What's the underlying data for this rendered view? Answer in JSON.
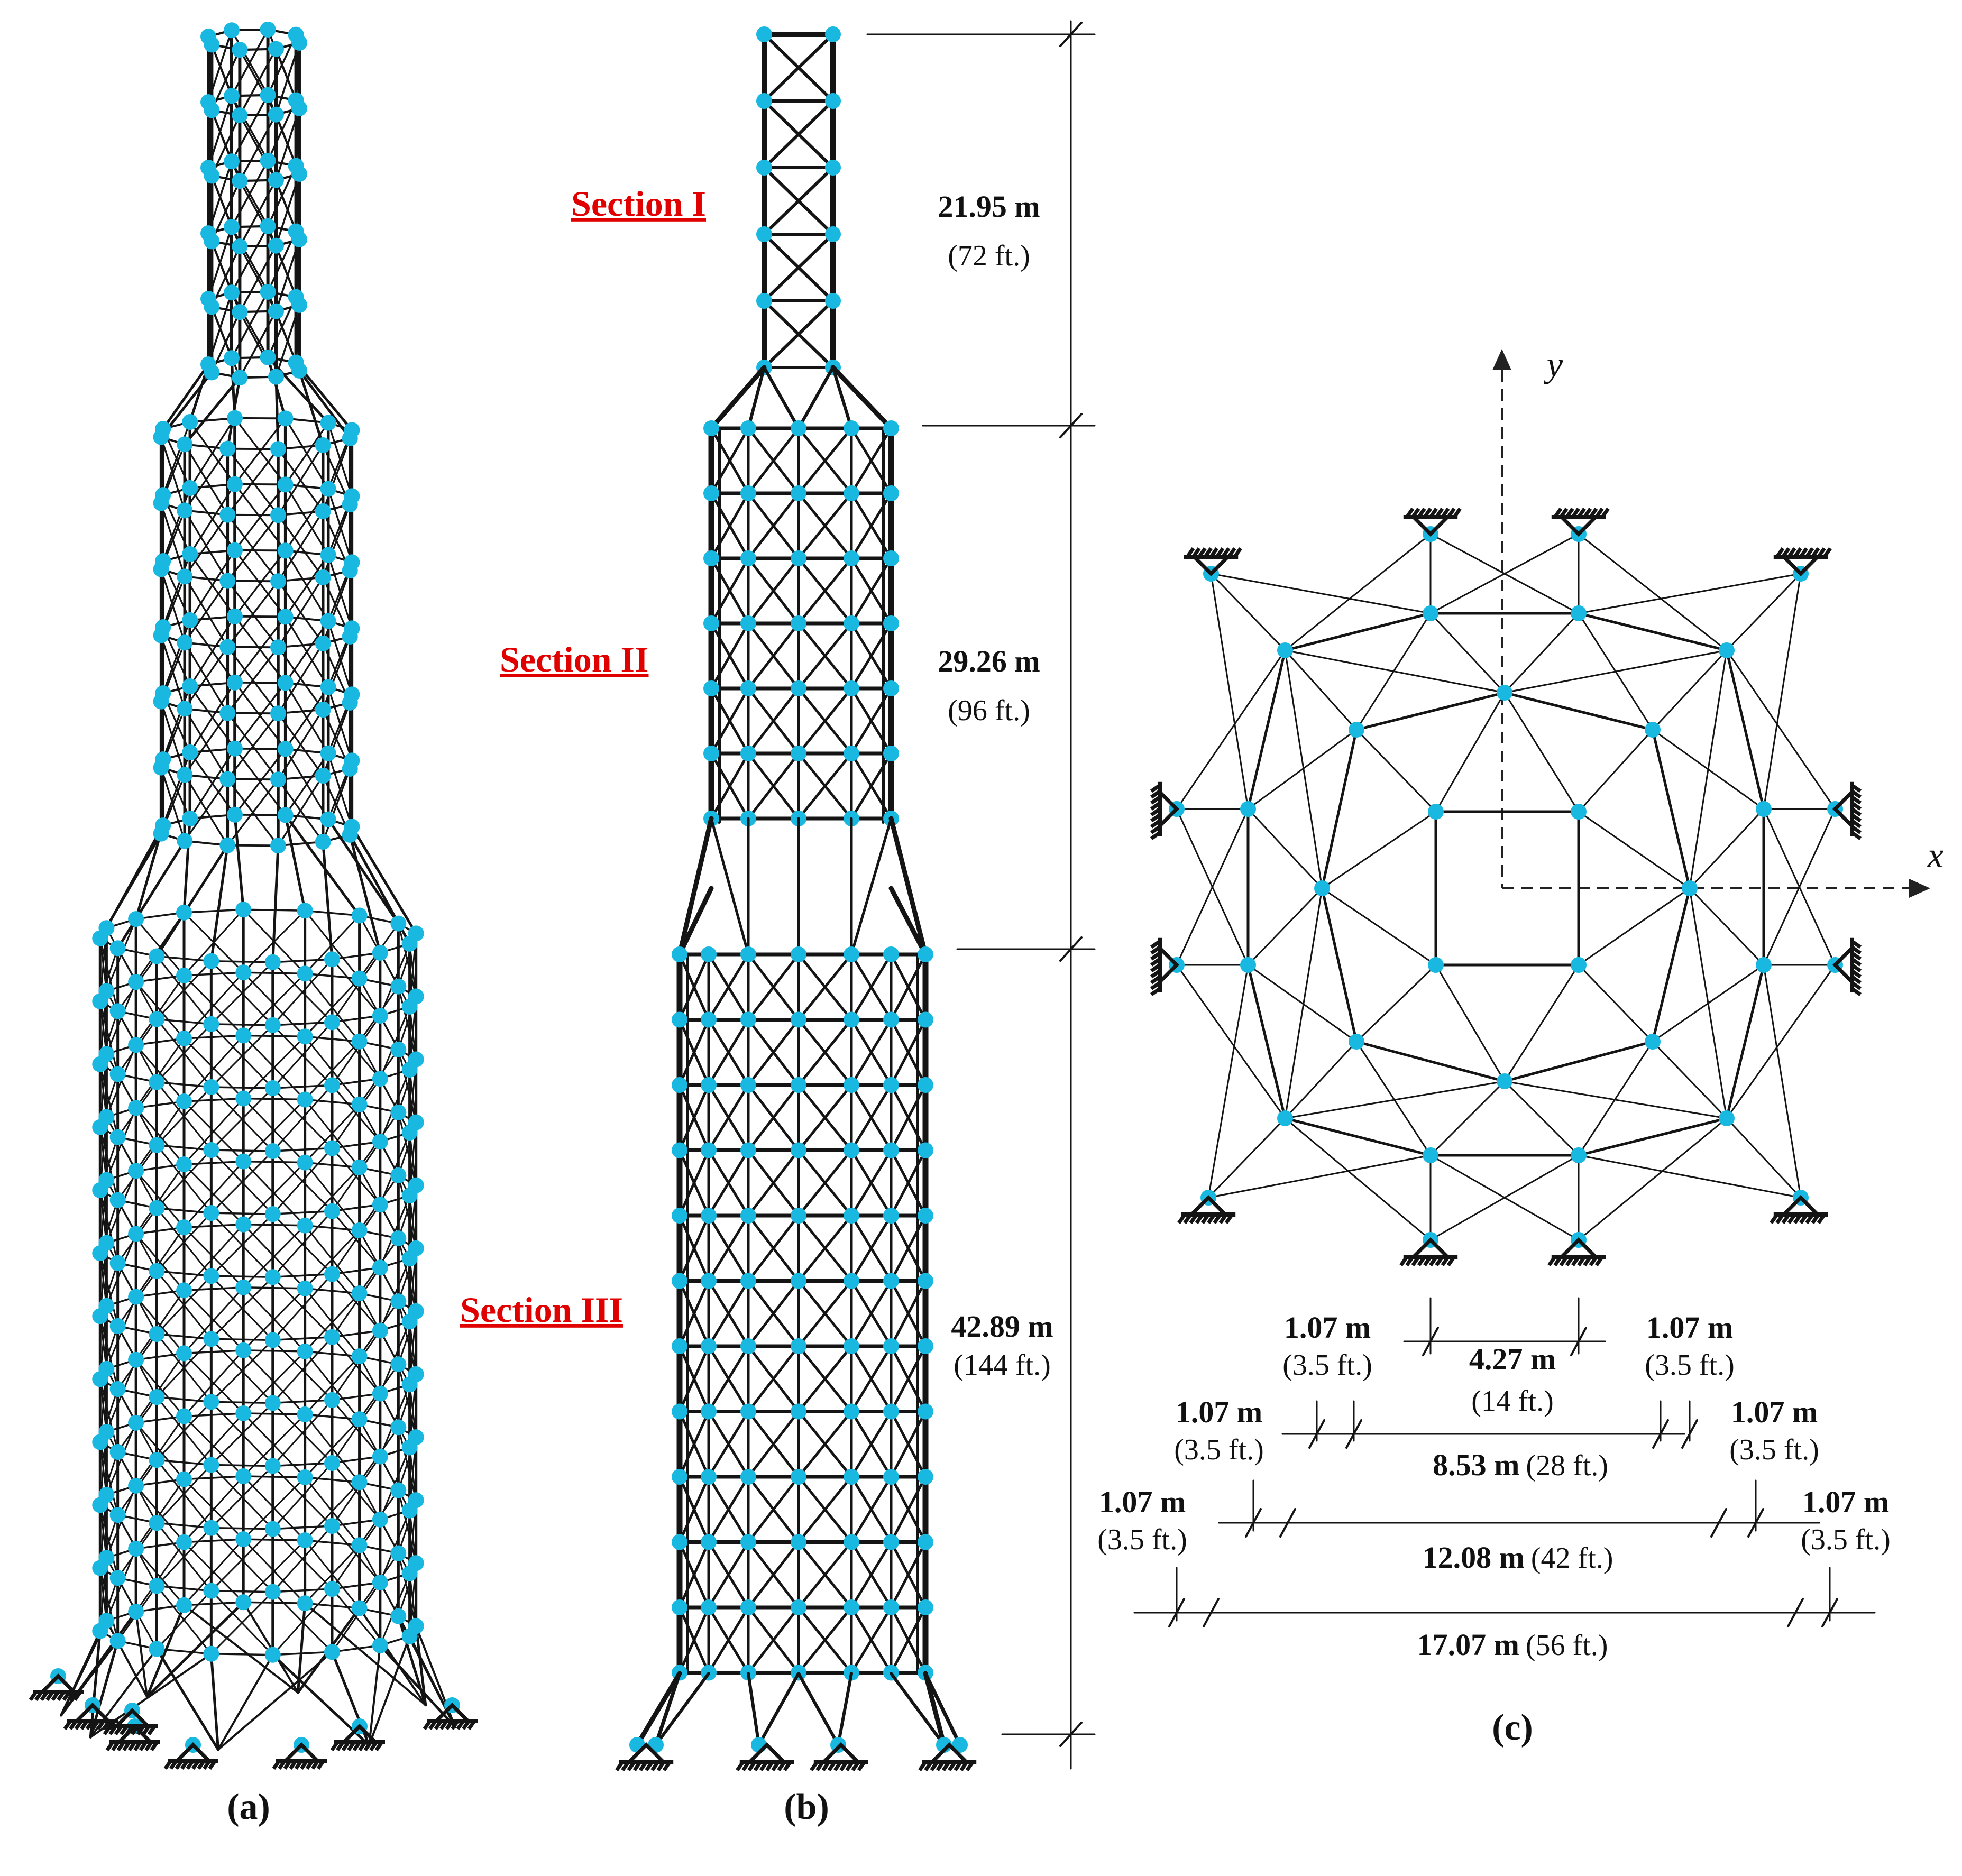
{
  "panels": {
    "a": "(a)",
    "b": "(b)",
    "c": "(c)"
  },
  "sections": {
    "s1": "Section I",
    "s2": "Section II",
    "s3": "Section III"
  },
  "heights": [
    {
      "metric": "21.95 m",
      "imperial": "(72 ft.)"
    },
    {
      "metric": "29.26 m",
      "imperial": "(96 ft.)"
    },
    {
      "metric": "42.89 m",
      "imperial": "(144 ft.)"
    }
  ],
  "axes": {
    "x": "x",
    "y": "y"
  },
  "plan_dims": {
    "small_metric": "1.07 m",
    "small_imperial": "(3.5 ft.)",
    "d1_metric": "4.27 m",
    "d1_imperial": "(14 ft.)",
    "d2_metric": "8.53 m",
    "d2_imperial": "(28 ft.)",
    "d3_metric": "12.08 m",
    "d3_imperial": "(42 ft.)",
    "d4_metric": "17.07 m",
    "d4_imperial": "(56 ft.)"
  },
  "colors": {
    "node": "#19b8e0",
    "member": "#141414",
    "section_label": "#e00000"
  }
}
